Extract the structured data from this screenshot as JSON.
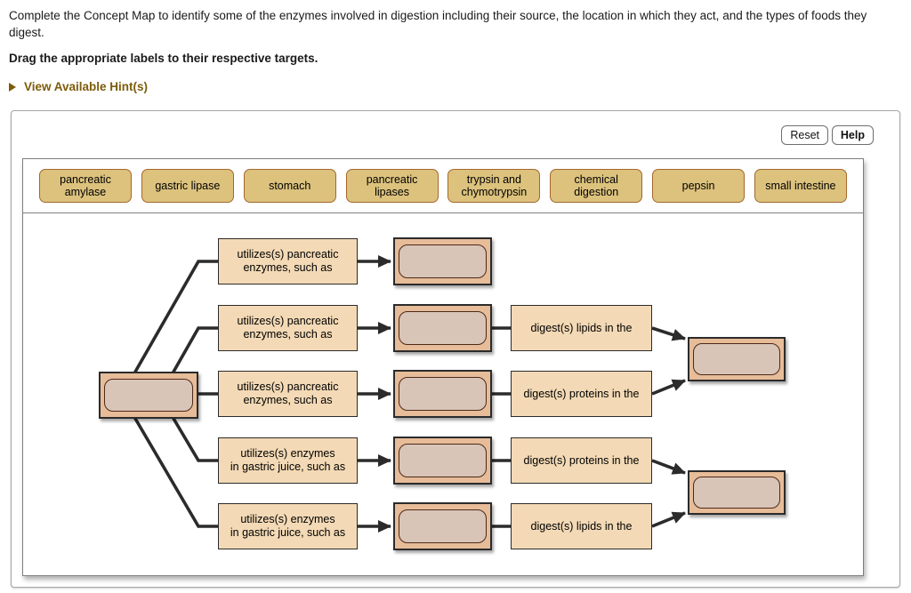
{
  "header": {
    "question_text": "Complete the Concept Map to identify some of the enzymes involved in digestion including their source, the location in which they act, and the types of foods they digest.",
    "instruction_text": "Drag the appropriate labels to their respective targets.",
    "hint_link_text": "View Available Hint(s)",
    "hint_color": "#7d5c0a"
  },
  "toolbar": {
    "reset_label": "Reset",
    "help_label": "Help"
  },
  "label_bank": {
    "labels": [
      "pancreatic amylase",
      "gastric lipase",
      "stomach",
      "pancreatic lipases",
      "trypsin and chymotrypsin",
      "chemical digestion",
      "pepsin",
      "small intestine"
    ]
  },
  "concept_map": {
    "root_drop_target": "",
    "rows": [
      {
        "relation_l1": "utilizes(s) pancreatic",
        "relation_l2": "enzymes, such as",
        "digest": ""
      },
      {
        "relation_l1": "utilizes(s) pancreatic",
        "relation_l2": "enzymes, such as",
        "digest": "digest(s) lipids in the"
      },
      {
        "relation_l1": "utilizes(s) pancreatic",
        "relation_l2": "enzymes, such as",
        "digest": "digest(s) proteins in the"
      },
      {
        "relation_l1": "utilizes(s) enzymes",
        "relation_l2": "in gastric juice, such as",
        "digest": "digest(s) proteins in the"
      },
      {
        "relation_l1": "utilizes(s) enzymes",
        "relation_l2": "in gastric juice, such as",
        "digest": "digest(s) lipids in the"
      }
    ]
  },
  "colors": {
    "bank_label_fill": "#dcc27d",
    "bank_label_border": "#a5672c",
    "statement_fill": "#f3d9b5",
    "drop_outer_fill": "#e7bc99",
    "drop_inner_fill": "#d9c5b8",
    "connector_line": "#2b2b2b"
  }
}
